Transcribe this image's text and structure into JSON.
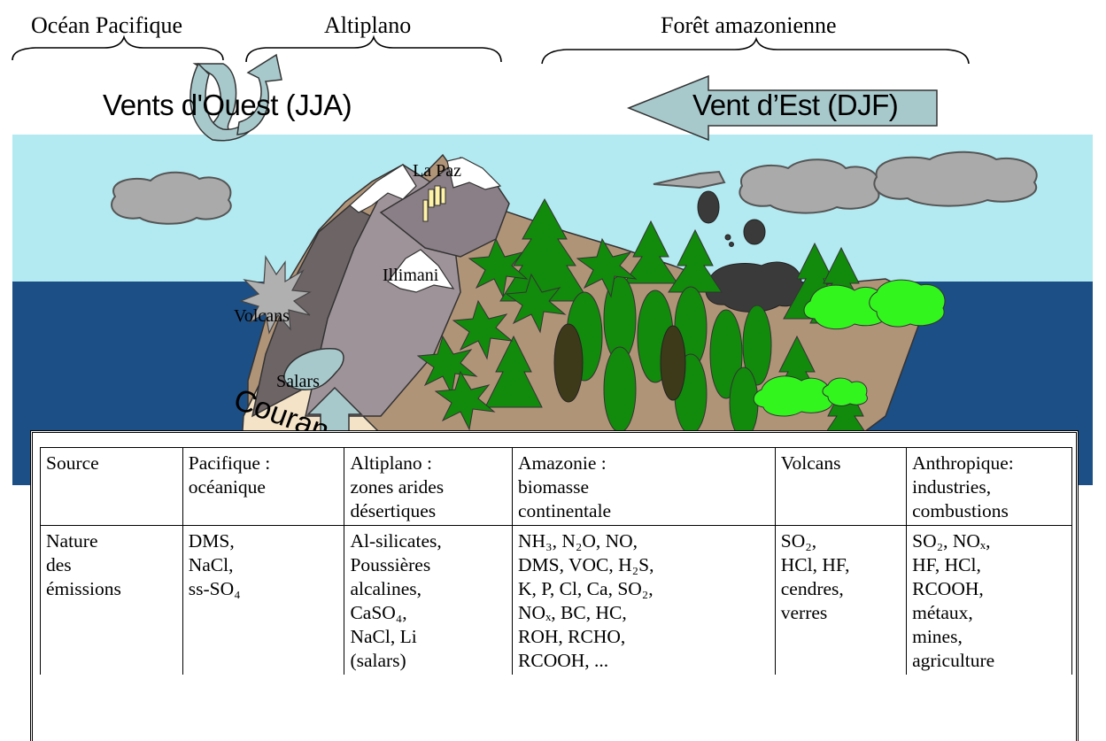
{
  "regions": {
    "pacific": "Océan Pacifique",
    "altiplano": "Altiplano",
    "amazon": "Forêt amazonienne"
  },
  "winds": {
    "west": "Vents d'Ouest (JJA)",
    "east": "Vent d’Est (DJF)"
  },
  "scene_labels": {
    "la_paz": "La Paz",
    "illimani": "Illimani",
    "volcans": "Volcans",
    "salars": "Salars",
    "current": "Couran"
  },
  "colors": {
    "sky": "#b3eaf1",
    "ocean": "#1c4f86",
    "mountain_dark": "#6d6466",
    "mountain_light": "#9e9399",
    "snow": "#ffffff",
    "forest_green": "#128a0c",
    "bright_green": "#33f51e",
    "smoke": "#3a3a3a",
    "arrow": "#a8c9cc",
    "sand": "#f4e3c7",
    "soil": "#b09478"
  },
  "table": {
    "headers": [
      [
        "Source"
      ],
      [
        "Pacifique :",
        "océanique"
      ],
      [
        "Altiplano :",
        "zones arides",
        "désertiques"
      ],
      [
        "Amazonie :",
        "biomasse",
        "continentale"
      ],
      [
        "Volcans"
      ],
      [
        "Anthropique:",
        "industries,",
        "combustions"
      ]
    ],
    "rows": [
      [
        [
          "Nature",
          "des",
          "émissions"
        ],
        [
          "DMS,",
          "NaCl,",
          "ss-SO₄"
        ],
        [
          "Al-silicates,",
          "Poussières",
          "alcalines,",
          "CaSO₄,",
          "NaCl, Li",
          "(salars)"
        ],
        [
          "NH₃, N₂O, NO,",
          "DMS,  VOC, H₂S,",
          "K, P, Cl, Ca, SO₂,",
          "NOₓ, BC, HC,",
          "ROH, RCHO,",
          "RCOOH, ..."
        ],
        [
          "SO₂,",
          "HCl, HF,",
          "cendres,",
          "verres"
        ],
        [
          "SO₂, NOₓ,",
          "HF, HCl,",
          "RCOOH,",
          "métaux,",
          "mines,",
          "agriculture"
        ]
      ]
    ]
  }
}
